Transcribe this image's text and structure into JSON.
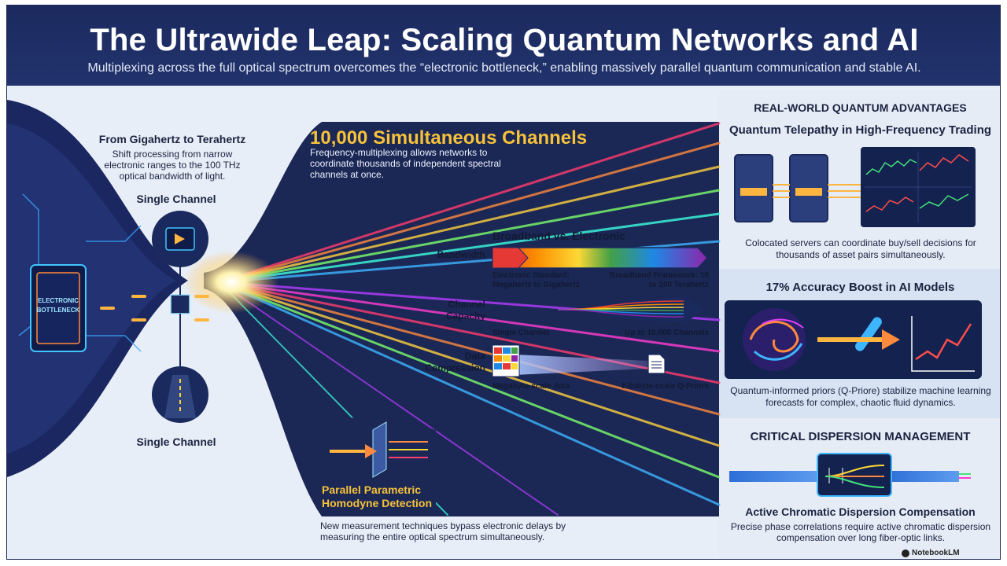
{
  "header": {
    "title": "The Ultrawide Leap: Scaling Quantum Networks and AI",
    "subtitle": "Multiplexing across the full optical spectrum overcomes the “electronic bottleneck,” enabling massively parallel quantum communication and stable AI."
  },
  "left": {
    "heading": "From Gigahertz to Terahertz",
    "description": "Shift processing from narrow electronic ranges to the 100 THz optical bandwidth of light.",
    "top_label": "Single Channel",
    "bottom_label": "Single Channel",
    "chip_label": "ELECTRONIC BOTTLENECK"
  },
  "center": {
    "heading": "10,000 Simultaneous Channels",
    "description": "Frequency-multiplexing allows networks to coordinate thousands of independent spectral channels at once.",
    "comparison_title": "Broadband vs. Electronic",
    "rows": {
      "bandwidth": {
        "label": "Bandwidth",
        "left_caption": "Electronic Standard: Megahertz to Gigahertz",
        "right_caption": "Broadband Framework: 10 to 100 Terahertz"
      },
      "capacity": {
        "label": "Channel Capacity",
        "left_caption": "Single Channel",
        "right_caption": "Up to 10,000 Channels"
      },
      "compression": {
        "label": "Data Compression",
        "left_caption": "Megabyte-scale data",
        "right_caption": "Kilobyte-scale Q-Priors"
      }
    },
    "detection_title": "Parallel Parametric Homodyne Detection",
    "detection_description": "New measurement techniques bypass electronic delays by measuring the entire optical spectrum simultaneously."
  },
  "right": {
    "section_title": "REAL-WORLD QUANTUM ADVANTAGES",
    "trading": {
      "title": "Quantum Telepathy in High-Frequency Trading",
      "description": "Colocated servers can coordinate buy/sell decisions for thousands of asset pairs simultaneously."
    },
    "ai": {
      "title": "17% Accuracy Boost in AI Models",
      "description": "Quantum-informed priors (Q-Priore) stabilize machine learning forecasts for complex, chaotic fluid dynamics."
    },
    "dispersion": {
      "title": "CRITICAL DISPERSION MANAGEMENT",
      "subtitle": "Active Chromatic Dispersion Compensation",
      "description": "Precise phase correlations require active chromatic dispersion compensation over long fiber-optic links."
    }
  },
  "brand": "NotebookLM",
  "colors": {
    "navy": "#1b2a5e",
    "gold": "#f6c23a",
    "cyan": "#29b6f6"
  }
}
